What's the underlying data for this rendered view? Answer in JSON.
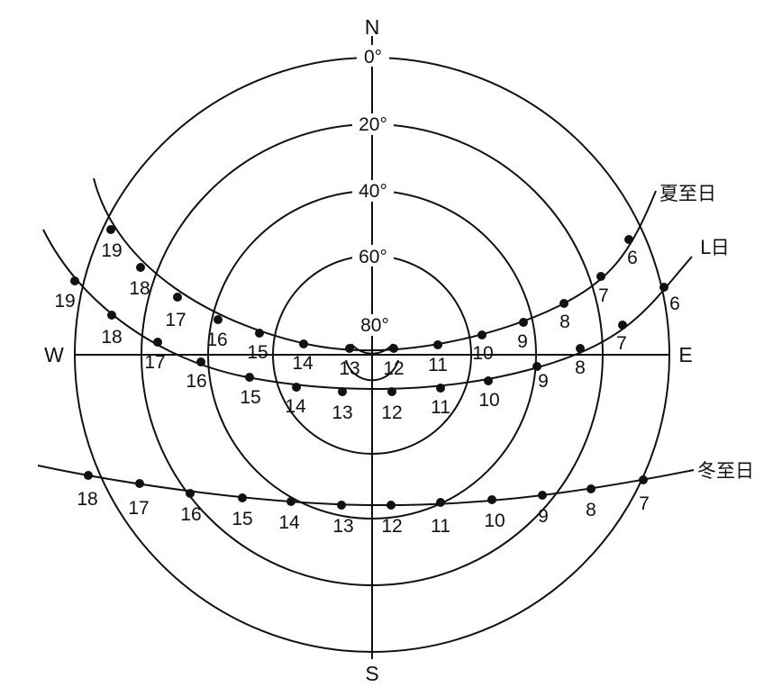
{
  "directions": {
    "north": "N",
    "south": "S",
    "west": "W",
    "east": "E"
  },
  "altitude_rings": [
    "0°",
    "20°",
    "40°",
    "60°",
    "80°"
  ],
  "curves": [
    {
      "name": "夏至日",
      "hours": [
        "6",
        "7",
        "8",
        "9",
        "10",
        "11",
        "12",
        "13",
        "14",
        "15",
        "16",
        "17",
        "18",
        "19"
      ]
    },
    {
      "name": "L日",
      "hours": [
        "6",
        "7",
        "8",
        "9",
        "10",
        "11",
        "12",
        "13",
        "14",
        "15",
        "16",
        "17",
        "18",
        "19"
      ]
    },
    {
      "name": "冬至日",
      "hours": [
        "7",
        "8",
        "9",
        "10",
        "11",
        "12",
        "13",
        "14",
        "15",
        "16",
        "17",
        "18"
      ]
    }
  ]
}
